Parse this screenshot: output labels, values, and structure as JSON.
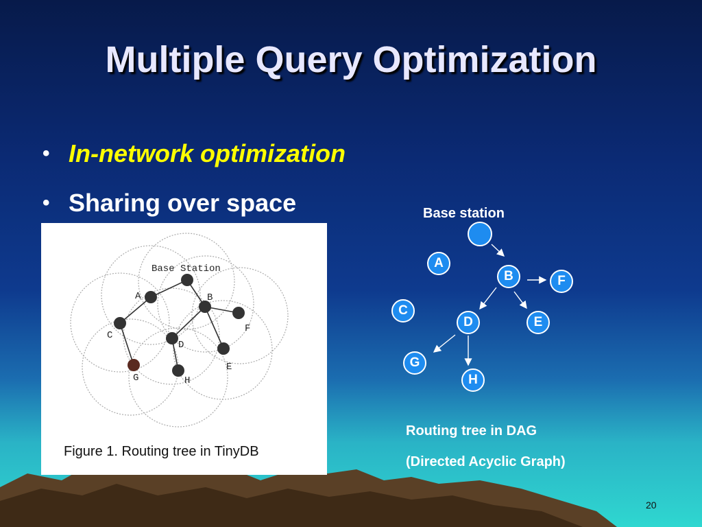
{
  "slide": {
    "title": "Multiple Query Optimization",
    "bullets": [
      {
        "text": "In-network optimization"
      },
      {
        "text": "Sharing over space"
      }
    ],
    "page_number": "20"
  },
  "figure": {
    "caption": "Figure 1. Routing tree in TinyDB",
    "base_station_label": "Base Station",
    "node_labels": [
      "A",
      "B",
      "C",
      "D",
      "E",
      "F",
      "G",
      "H"
    ]
  },
  "dag": {
    "base_station_label": "Base station",
    "node_labels": [
      "A",
      "B",
      "C",
      "D",
      "E",
      "F",
      "G",
      "H"
    ],
    "caption_line1": "Routing tree in DAG",
    "caption_line2": "(Directed Acyclic Graph)",
    "node_color": "#1e8cf0"
  },
  "colors": {
    "title": "#e8e8ff",
    "highlight_bullet": "#ffff00",
    "mountains": "#5a4026"
  }
}
